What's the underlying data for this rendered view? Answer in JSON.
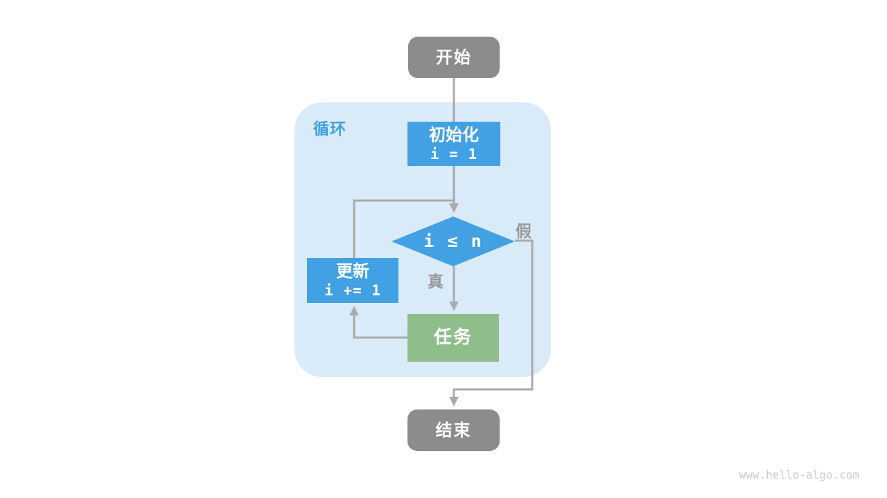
{
  "colors": {
    "node_gray": "#8C8C8C",
    "node_blue": "#42A1E2",
    "node_green": "#8FBE8B",
    "loop_bg": "#D9EAF8",
    "loop_label": "#3FA0E2",
    "line_gray": "#AAAAAA",
    "branch_label": "#999999",
    "watermark": "#CBCBCB",
    "text_white": "#FFFFFF"
  },
  "flowchart": {
    "start": {
      "label": "开始"
    },
    "loop": {
      "label": "循环"
    },
    "init": {
      "title": "初始化",
      "code": "i = 1"
    },
    "condition": {
      "expr": "i ≤ n"
    },
    "branch_true": {
      "label": "真"
    },
    "branch_false": {
      "label": "假"
    },
    "update": {
      "title": "更新",
      "code": "i += 1"
    },
    "task": {
      "label": "任务"
    },
    "end": {
      "label": "结束"
    }
  },
  "watermark": {
    "text": "www.hello-algo.com"
  }
}
